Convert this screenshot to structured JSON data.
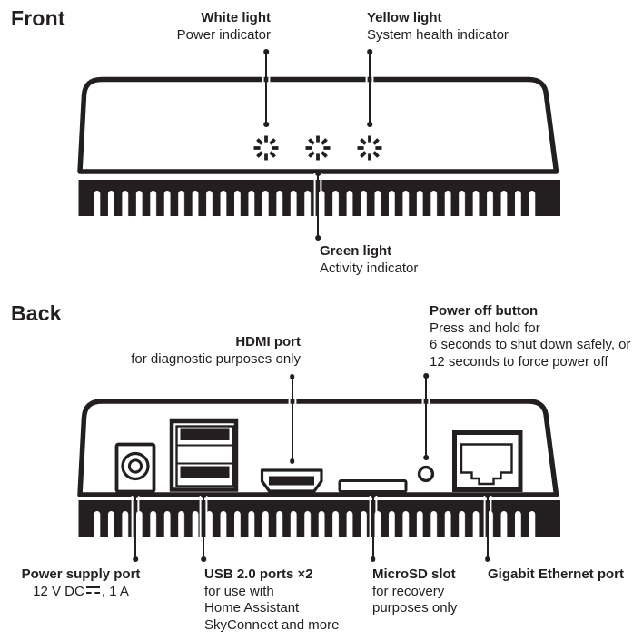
{
  "colors": {
    "ink": "#231f20",
    "background": "#ffffff"
  },
  "front": {
    "heading": "Front",
    "white_light": {
      "title": "White light",
      "desc": "Power indicator"
    },
    "yellow_light": {
      "title": "Yellow light",
      "desc": "System health indicator"
    },
    "green_light": {
      "title": "Green light",
      "desc": "Activity indicator"
    }
  },
  "back": {
    "heading": "Back",
    "hdmi": {
      "title": "HDMI port",
      "desc": "for diagnostic purposes only"
    },
    "power_off": {
      "title": "Power off button",
      "line1": "Press and hold for",
      "line2": "6 seconds to shut down safely, or",
      "line3": "12 seconds to force power off"
    },
    "power_supply": {
      "title": "Power supply port",
      "spec_prefix": "12 V DC",
      "spec_suffix": ", 1 A"
    },
    "usb": {
      "title": "USB 2.0 ports ×2",
      "line1": "for use with",
      "line2": "Home Assistant",
      "line3": "SkyConnect and more"
    },
    "microsd": {
      "title": "MicroSD slot",
      "line1": "for recovery",
      "line2": "purposes only"
    },
    "ethernet": {
      "title": "Gigabit Ethernet port"
    }
  }
}
